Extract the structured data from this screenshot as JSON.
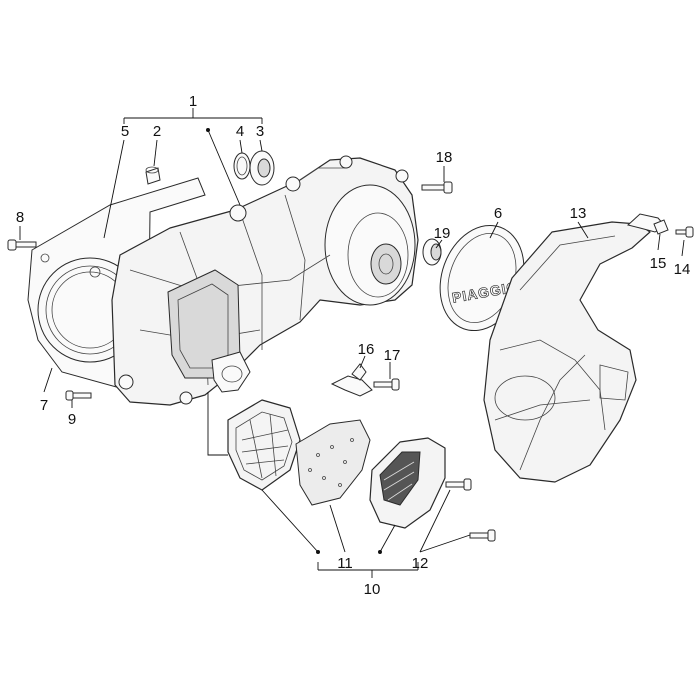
{
  "brand": {
    "cover_logo": "PIAGGIO"
  },
  "callouts": [
    {
      "key": "c1",
      "label": "1"
    },
    {
      "key": "c2",
      "label": "2"
    },
    {
      "key": "c3",
      "label": "3"
    },
    {
      "key": "c4",
      "label": "4"
    },
    {
      "key": "c5",
      "label": "5"
    },
    {
      "key": "c6",
      "label": "6"
    },
    {
      "key": "c7",
      "label": "7"
    },
    {
      "key": "c8",
      "label": "8"
    },
    {
      "key": "c9",
      "label": "9"
    },
    {
      "key": "c10",
      "label": "10"
    },
    {
      "key": "c11",
      "label": "11"
    },
    {
      "key": "c12",
      "label": "12"
    },
    {
      "key": "c13",
      "label": "13"
    },
    {
      "key": "c14",
      "label": "14"
    },
    {
      "key": "c15",
      "label": "15"
    },
    {
      "key": "c16",
      "label": "16"
    },
    {
      "key": "c17",
      "label": "17"
    },
    {
      "key": "c18",
      "label": "18"
    },
    {
      "key": "c19",
      "label": "19"
    }
  ]
}
